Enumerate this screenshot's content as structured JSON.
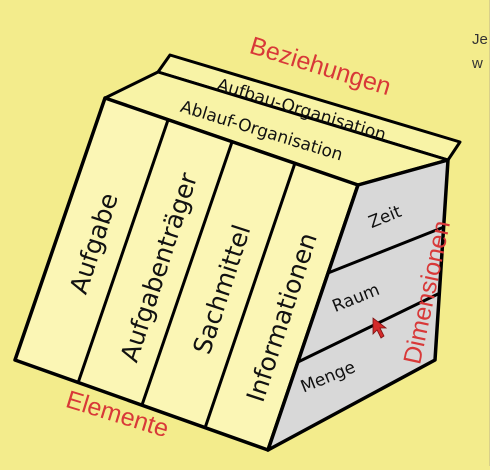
{
  "colors": {
    "background": "#f3ec8c",
    "front_face": "#fbf6b5",
    "top_face": "#f8f3a6",
    "side_face": "#d8d8d8",
    "outline": "#000000",
    "category_label": "#d83838",
    "cursor": "#d42a2a"
  },
  "diagram": {
    "category_labels": {
      "top": "Beziehungen",
      "right": "Dimensionen",
      "bottom": "Elemente"
    },
    "top_layers": [
      "Aufbau-Organisation",
      "Ablauf-Organisation"
    ],
    "front_columns": [
      "Aufgabe",
      "Aufgabenträger",
      "Sachmittel",
      "Informationen"
    ],
    "side_rows": [
      "Zeit",
      "Raum",
      "Menge"
    ]
  },
  "side_text": {
    "line1": "Je",
    "line2": "w"
  },
  "icons": {
    "cursor": "mouse-pointer-icon"
  }
}
